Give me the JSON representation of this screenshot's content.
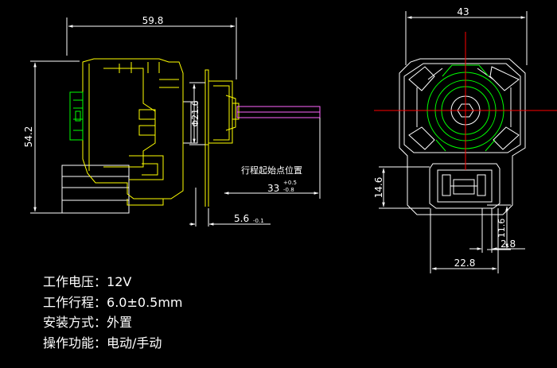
{
  "colors": {
    "background": "#000000",
    "body_outline": "#ffffff",
    "front_view": "#ffff00",
    "dimension": "#ffffff",
    "shaft": "#ff66ff",
    "rotor": "#00ff00",
    "center_line": "#ff0000"
  },
  "side_view": {
    "dims": {
      "width": "59.8",
      "height": "54.2",
      "diameter": "Φ21.6",
      "travel_label": "行程起始点位置",
      "travel": "33",
      "travel_tol_upper": "+0.5",
      "travel_tol_lower": "-0.8",
      "flange": "5.6",
      "flange_tol": "-0.1"
    }
  },
  "front_view": {
    "dims": {
      "width": "43",
      "connector_height": "14.6",
      "pin_height": "11.6",
      "pin_pitch": "2.8",
      "connector_width": "22.8"
    }
  },
  "specs": [
    {
      "label": "工作电压",
      "value": "12V"
    },
    {
      "label": "工作行程",
      "value": "6.0±0.5mm"
    },
    {
      "label": "安装方式",
      "value": "外置"
    },
    {
      "label": "操作功能",
      "value": "电动/手动"
    }
  ]
}
